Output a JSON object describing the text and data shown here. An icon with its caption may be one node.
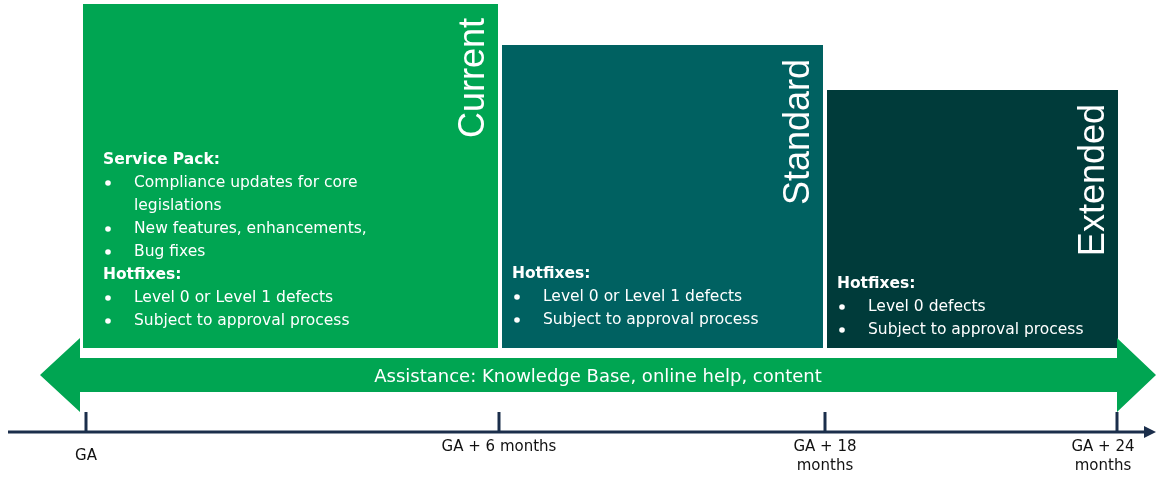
{
  "diagram": {
    "nodes": [
      {
        "text": [
          "Current",
          "Service Pack:",
          "Compliance updates for core legislations",
          "New features, enhancements,",
          "Bug fixes",
          "Hotfixes:",
          "Level 0 or Level 1 defects",
          "Subject to approval process"
        ]
      },
      {
        "text": [
          "Standard",
          "Hotfixes:",
          "Level 0 or Level 1 defects",
          "Subject to approval process"
        ]
      },
      {
        "text": [
          "Extended",
          "Hotfixes:",
          "Level 0 defects",
          "Subject to approval process"
        ]
      },
      {
        "text": [
          "Assistance: Knowledge Base, online help, content"
        ]
      }
    ],
    "labels": [
      "GA",
      "GA + 6 months",
      "GA + 18 months",
      "GA + 24 months"
    ]
  }
}
